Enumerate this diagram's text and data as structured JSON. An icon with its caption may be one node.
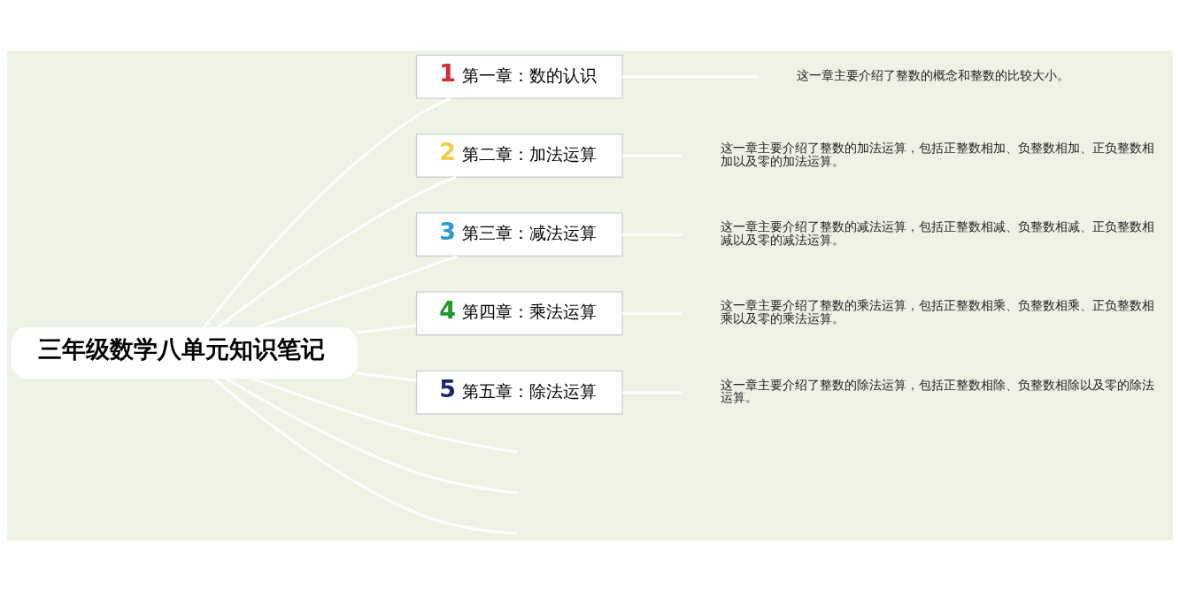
{
  "diagram": {
    "nodes": [
      {
        "text": [
          "三年级数学八单元知识笔记"
        ]
      },
      {
        "text": [
          "1",
          "第一章：数的认识"
        ]
      },
      {
        "text": [
          "这一章主要介绍了整数的概念和整数的比较大小。"
        ]
      },
      {
        "text": [
          "2",
          "第二章：加法运算"
        ]
      },
      {
        "text": [
          "这一章主要介绍了整数的加法运算，包括正整数相加、负整数相加、正负整数相加以及零的加法运算。"
        ]
      },
      {
        "text": [
          "3",
          "第三章：减法运算"
        ]
      },
      {
        "text": [
          "这一章主要介绍了整数的减法运算，包括正整数相减、负整数相减、正负整数相减以及零的减法运算。"
        ]
      },
      {
        "text": [
          "4",
          "第四章：乘法运算"
        ]
      },
      {
        "text": [
          "这一章主要介绍了整数的乘法运算，包括正整数相乘、负整数相乘、正负整数相乘以及零的乘法运算。"
        ]
      },
      {
        "text": [
          "5",
          "第五章：除法运算"
        ]
      },
      {
        "text": [
          "这一章主要介绍了整数的除法运算，包括正整数相除、负整数相除以及零的除法运算。"
        ]
      }
    ],
    "edges": [
      {
        "from": 0,
        "to": 1,
        "arrow": "none"
      },
      {
        "from": 1,
        "to": 2,
        "arrow": "none"
      },
      {
        "from": 0,
        "to": 3,
        "arrow": "none"
      },
      {
        "from": 3,
        "to": 4,
        "arrow": "none"
      },
      {
        "from": 0,
        "to": 5,
        "arrow": "none"
      },
      {
        "from": 5,
        "to": 6,
        "arrow": "none"
      },
      {
        "from": 0,
        "to": 7,
        "arrow": "none"
      },
      {
        "from": 7,
        "to": 8,
        "arrow": "none"
      },
      {
        "from": 0,
        "to": 9,
        "arrow": "none"
      },
      {
        "from": 9,
        "to": 10,
        "arrow": "none"
      },
      {
        "from": 0,
        "to": null,
        "arrow": "none"
      },
      {
        "from": 0,
        "to": null,
        "arrow": "none"
      },
      {
        "from": 0,
        "to": null,
        "arrow": "none"
      }
    ]
  }
}
